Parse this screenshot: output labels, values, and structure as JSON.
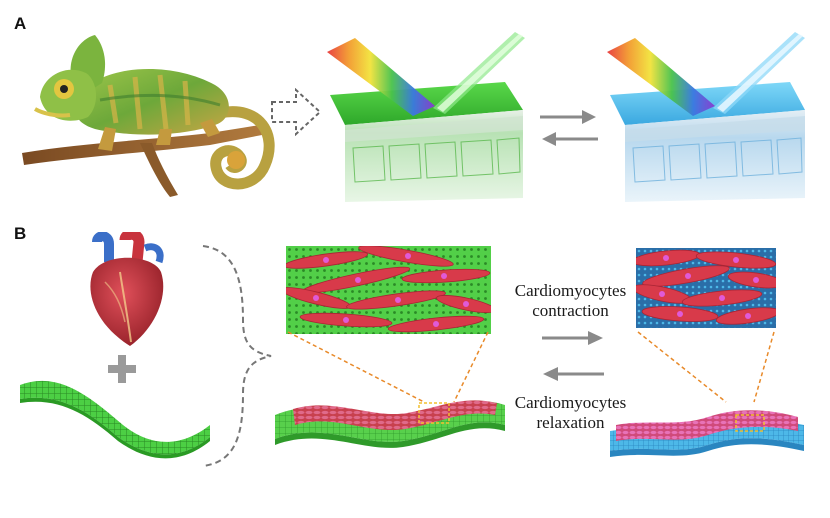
{
  "panels": [
    {
      "letter": "A"
    },
    {
      "letter": "B"
    }
  ],
  "labels": {
    "contraction_line1": "Cardiomyocytes",
    "contraction_line2": "contraction",
    "relaxation_line1": "Cardiomyocytes",
    "relaxation_line2": "relaxation"
  },
  "colors": {
    "green_state": "#3fc23a",
    "blue_state": "#4db8e8",
    "cardiomyocyte": "#d83a4a",
    "nucleus": "#e05ad8",
    "arrow_gray": "#8a8a8a"
  }
}
